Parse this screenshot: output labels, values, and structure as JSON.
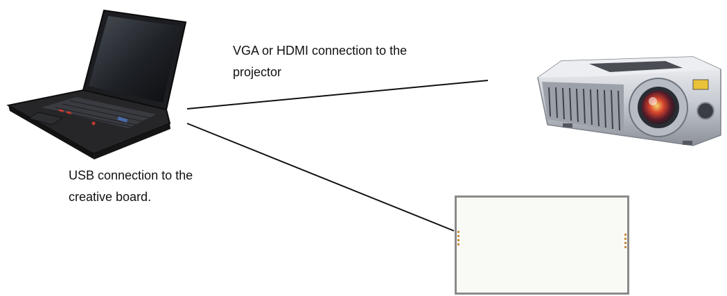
{
  "labels": {
    "vga_line1": "VGA or HDMI connection to the",
    "vga_line2": "projector",
    "usb_line1": "USB connection to the",
    "usb_line2": "creative board."
  },
  "devices": {
    "laptop_icon": "laptop-icon",
    "projector_icon": "projector-icon",
    "board_icon": "interactive-whiteboard-icon"
  },
  "colors": {
    "connector": "#111111",
    "laptop_body": "#1f1f22",
    "projector_body": "#d3d6dc",
    "board_frame": "#8a8a8a",
    "lens_accent": "#c0392b"
  }
}
